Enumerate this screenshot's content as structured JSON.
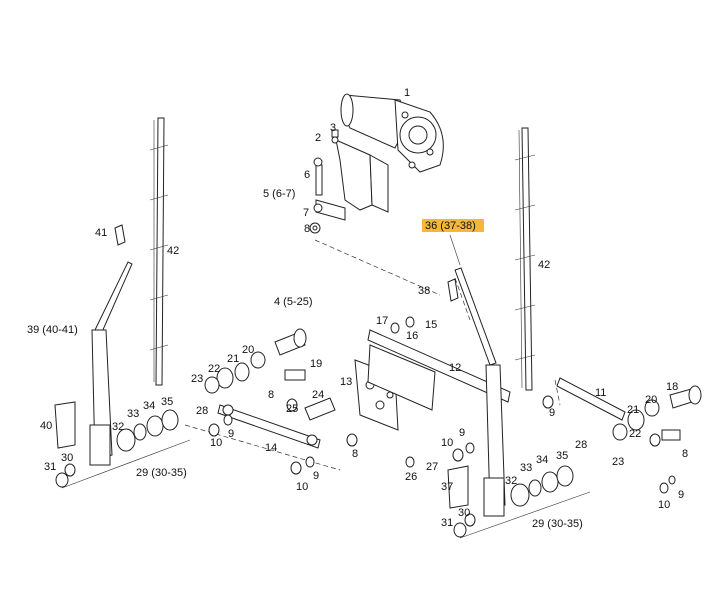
{
  "diagram": {
    "highlight_color": "#f5b63a",
    "labels": {
      "l1": "1",
      "l2": "2",
      "l3": "3",
      "l4": "4 (5-25)",
      "l5": "5 (6-7)",
      "l6": "6",
      "l7": "7",
      "l8a": "8",
      "l8b": "8",
      "l8c": "8",
      "l8d": "8",
      "l9a": "9",
      "l9b": "9",
      "l9c": "9",
      "l9d": "9",
      "l9e": "9",
      "l10a": "10",
      "l10b": "10",
      "l10c": "10",
      "l10d": "10",
      "l11": "11",
      "l12": "12",
      "l13": "13",
      "l14": "14",
      "l15": "15",
      "l16": "16",
      "l17": "17",
      "l18": "18",
      "l19": "19",
      "l20a": "20",
      "l20b": "20",
      "l21a": "21",
      "l21b": "21",
      "l22a": "22",
      "l22b": "22",
      "l23a": "23",
      "l23b": "23",
      "l24": "24",
      "l25": "25",
      "l26": "26",
      "l27": "27",
      "l28a": "28",
      "l28b": "28",
      "l29a": "29 (30-35)",
      "l29b": "29 (30-35)",
      "l30a": "30",
      "l30b": "30",
      "l31a": "31",
      "l31b": "31",
      "l32a": "32",
      "l32b": "32",
      "l33a": "33",
      "l33b": "33",
      "l34a": "34",
      "l34b": "34",
      "l35a": "35",
      "l35b": "35",
      "l36": "36 (37-38)",
      "l37": "37",
      "l38": "38",
      "l39": "39 (40-41)",
      "l40": "40",
      "l41": "41",
      "l42a": "42",
      "l42b": "42"
    }
  }
}
